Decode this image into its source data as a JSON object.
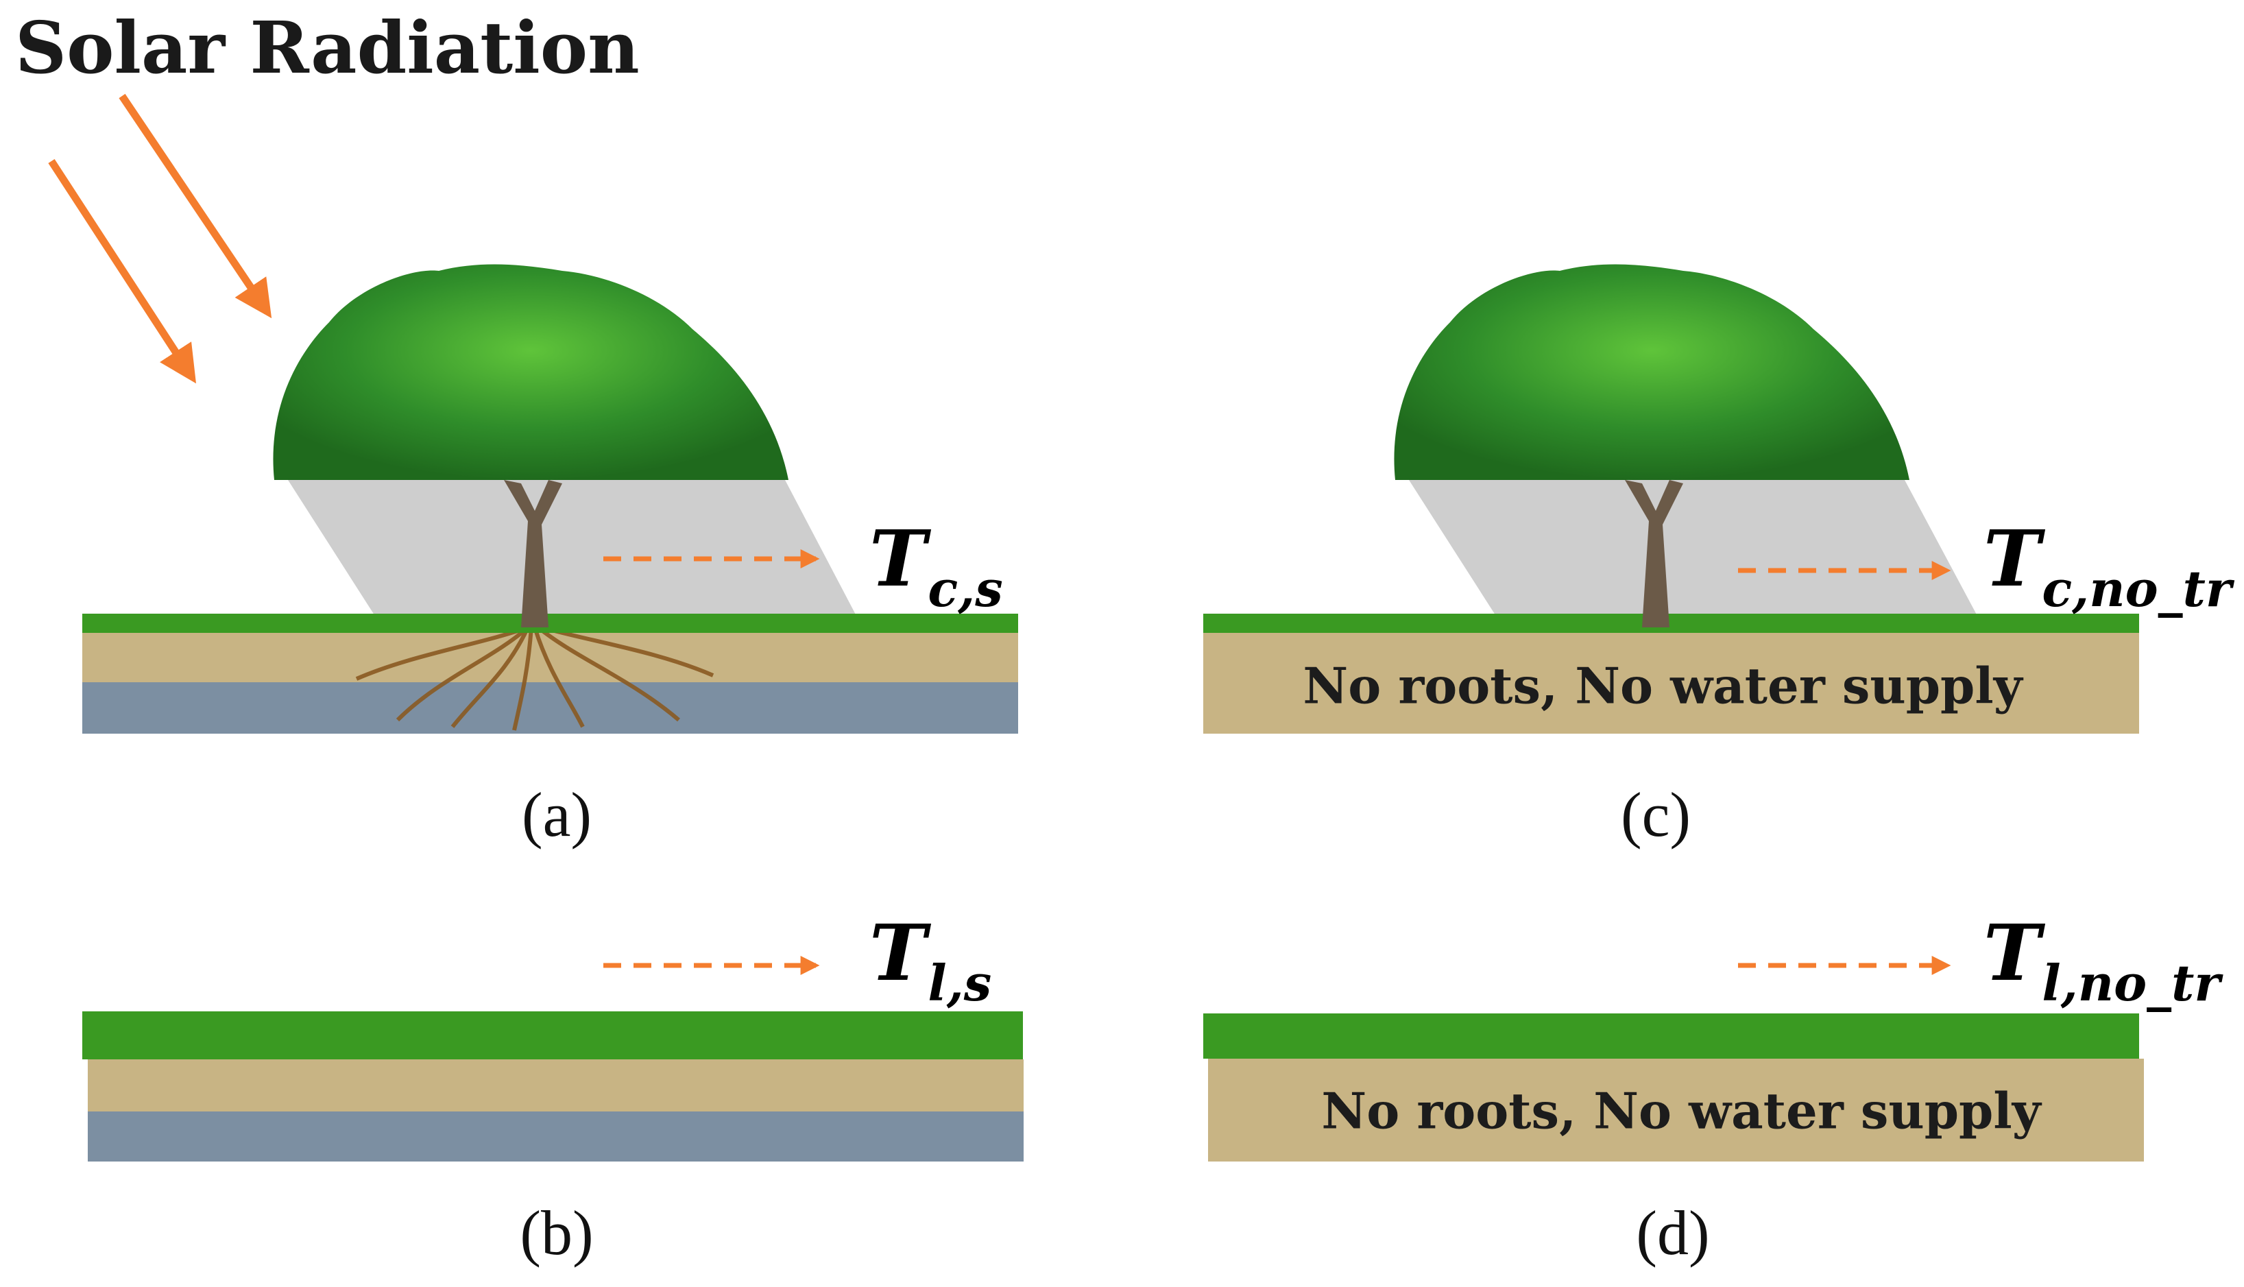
{
  "title": "Solar Radiation",
  "panels": [
    {
      "id": "a",
      "label": "(a)",
      "temperature": {
        "symbol": "T",
        "subscript": "c,s"
      }
    },
    {
      "id": "b",
      "label": "(b)",
      "temperature": {
        "symbol": "T",
        "subscript": "l,s"
      }
    },
    {
      "id": "c",
      "label": "(c)",
      "temperature": {
        "symbol": "T",
        "subscript": "c,no_tr"
      },
      "soil_text": "No roots, No water supply"
    },
    {
      "id": "d",
      "label": "(d)",
      "temperature": {
        "symbol": "T",
        "subscript": "l,no_tr"
      },
      "soil_text": "No roots, No water supply"
    }
  ],
  "colors": {
    "sun_arrow": "#f47d2e",
    "dashed_arrow": "#f47d2e",
    "soil": "#c8b484",
    "water": "#7c8fa2",
    "grass": "#3a9a22",
    "foliage": "#2f8d2a",
    "trunk": "#6b5a48",
    "roots": "#8a5a22",
    "shadow": "#b4b4b4"
  }
}
